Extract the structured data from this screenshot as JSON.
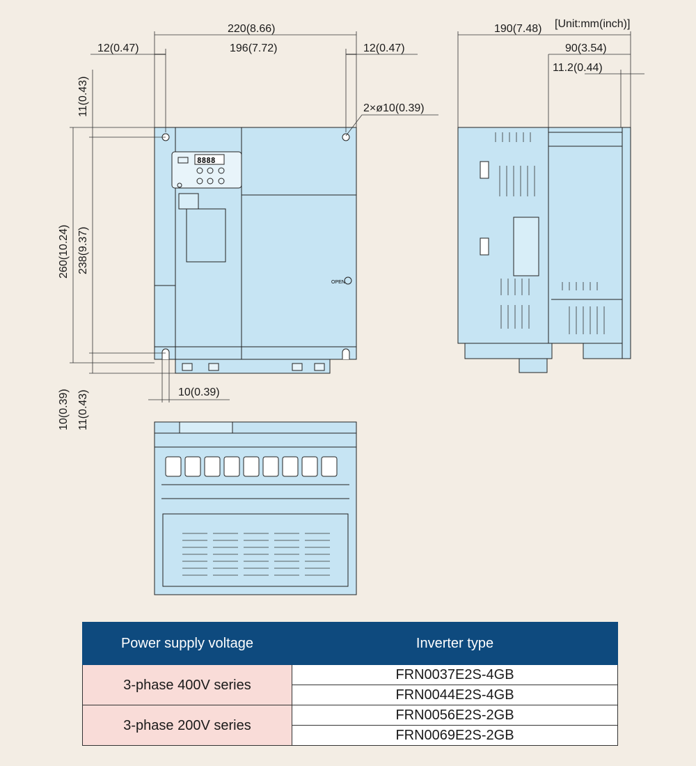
{
  "unit_note": "[Unit:mm(inch)]",
  "front_view": {
    "dims": {
      "overall_width": "220(8.66)",
      "hole_pitch": "196(7.72)",
      "left_margin": "12(0.47)",
      "right_margin": "12(0.47)",
      "hole_spec": "2×ø10(0.39)",
      "overall_height": "260(10.24)",
      "hole_height": "238(9.37)",
      "top_margin": "11(0.43)",
      "bottom_margin": "11(0.43)",
      "slot_height": "10(0.39)",
      "slot_width": "10(0.39)"
    },
    "cover_label": "OPEN",
    "keypad_display": "8888"
  },
  "side_view": {
    "dims": {
      "depth": "190(7.48)",
      "front_depth": "90(3.54)",
      "flange": "11.2(0.44)"
    }
  },
  "table": {
    "headers": [
      "Power supply voltage",
      "Inverter type"
    ],
    "groups": [
      {
        "voltage": "3-phase 400V series",
        "types": [
          "FRN0037E2S-4GB",
          "FRN0044E2S-4GB"
        ]
      },
      {
        "voltage": "3-phase 200V series",
        "types": [
          "FRN0056E2S-2GB",
          "FRN0069E2S-2GB"
        ]
      }
    ]
  },
  "colors": {
    "background": "#f3ede4",
    "body_fill": "#c6e4f3",
    "header": "#0e4a7e",
    "voltage_cell": "#f9dcd8"
  }
}
